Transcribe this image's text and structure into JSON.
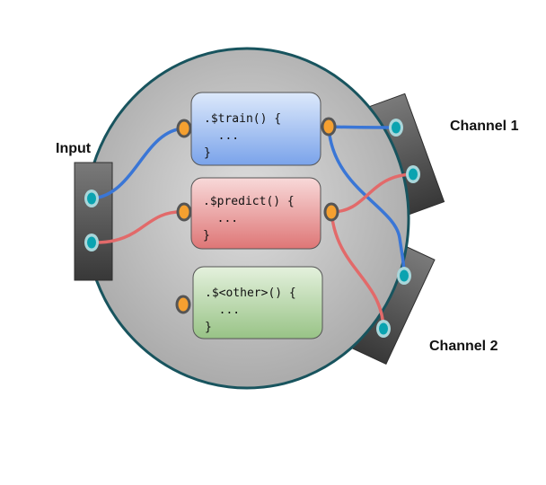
{
  "labels": {
    "input": "Input",
    "channel1": "Channel 1",
    "channel2": "Channel 2"
  },
  "methods": [
    {
      "id": "train",
      "lines": [
        ".$train() {",
        "  ...",
        "}"
      ],
      "color_top": "#dce8fa",
      "color_bottom": "#7ea6ea"
    },
    {
      "id": "predict",
      "lines": [
        ".$predict() {",
        "  ...",
        "}"
      ],
      "color_top": "#f7d7d7",
      "color_bottom": "#e07a7a"
    },
    {
      "id": "other",
      "lines": [
        ".$<other>() {",
        "  ...",
        "}"
      ],
      "color_top": "#e3f0dc",
      "color_bottom": "#9cc48a"
    }
  ],
  "colors": {
    "ellipse_stroke": "#18545e",
    "ellipse_fill_center": "#dcdcdc",
    "ellipse_fill_edge": "#a8a8a8",
    "wire_blue": "#3a76d6",
    "wire_red": "#e26a6a",
    "port_orange": "#f5a030",
    "port_ring": "#555555",
    "socket_teal": "#0aa3b0",
    "socket_ring": "#a9d6da",
    "panel_top": "#777777",
    "panel_bottom": "#3a3a3a"
  },
  "connections": [
    {
      "from": "input.socket1",
      "to": "train.in",
      "color": "blue"
    },
    {
      "from": "input.socket2",
      "to": "predict.in",
      "color": "red"
    },
    {
      "from": "train.out",
      "to": "channel1.socket1",
      "color": "blue"
    },
    {
      "from": "train.out",
      "to": "channel2.socket1",
      "color": "blue"
    },
    {
      "from": "predict.out",
      "to": "channel1.socket2",
      "color": "red"
    },
    {
      "from": "predict.out",
      "to": "channel2.socket2",
      "color": "red"
    }
  ]
}
